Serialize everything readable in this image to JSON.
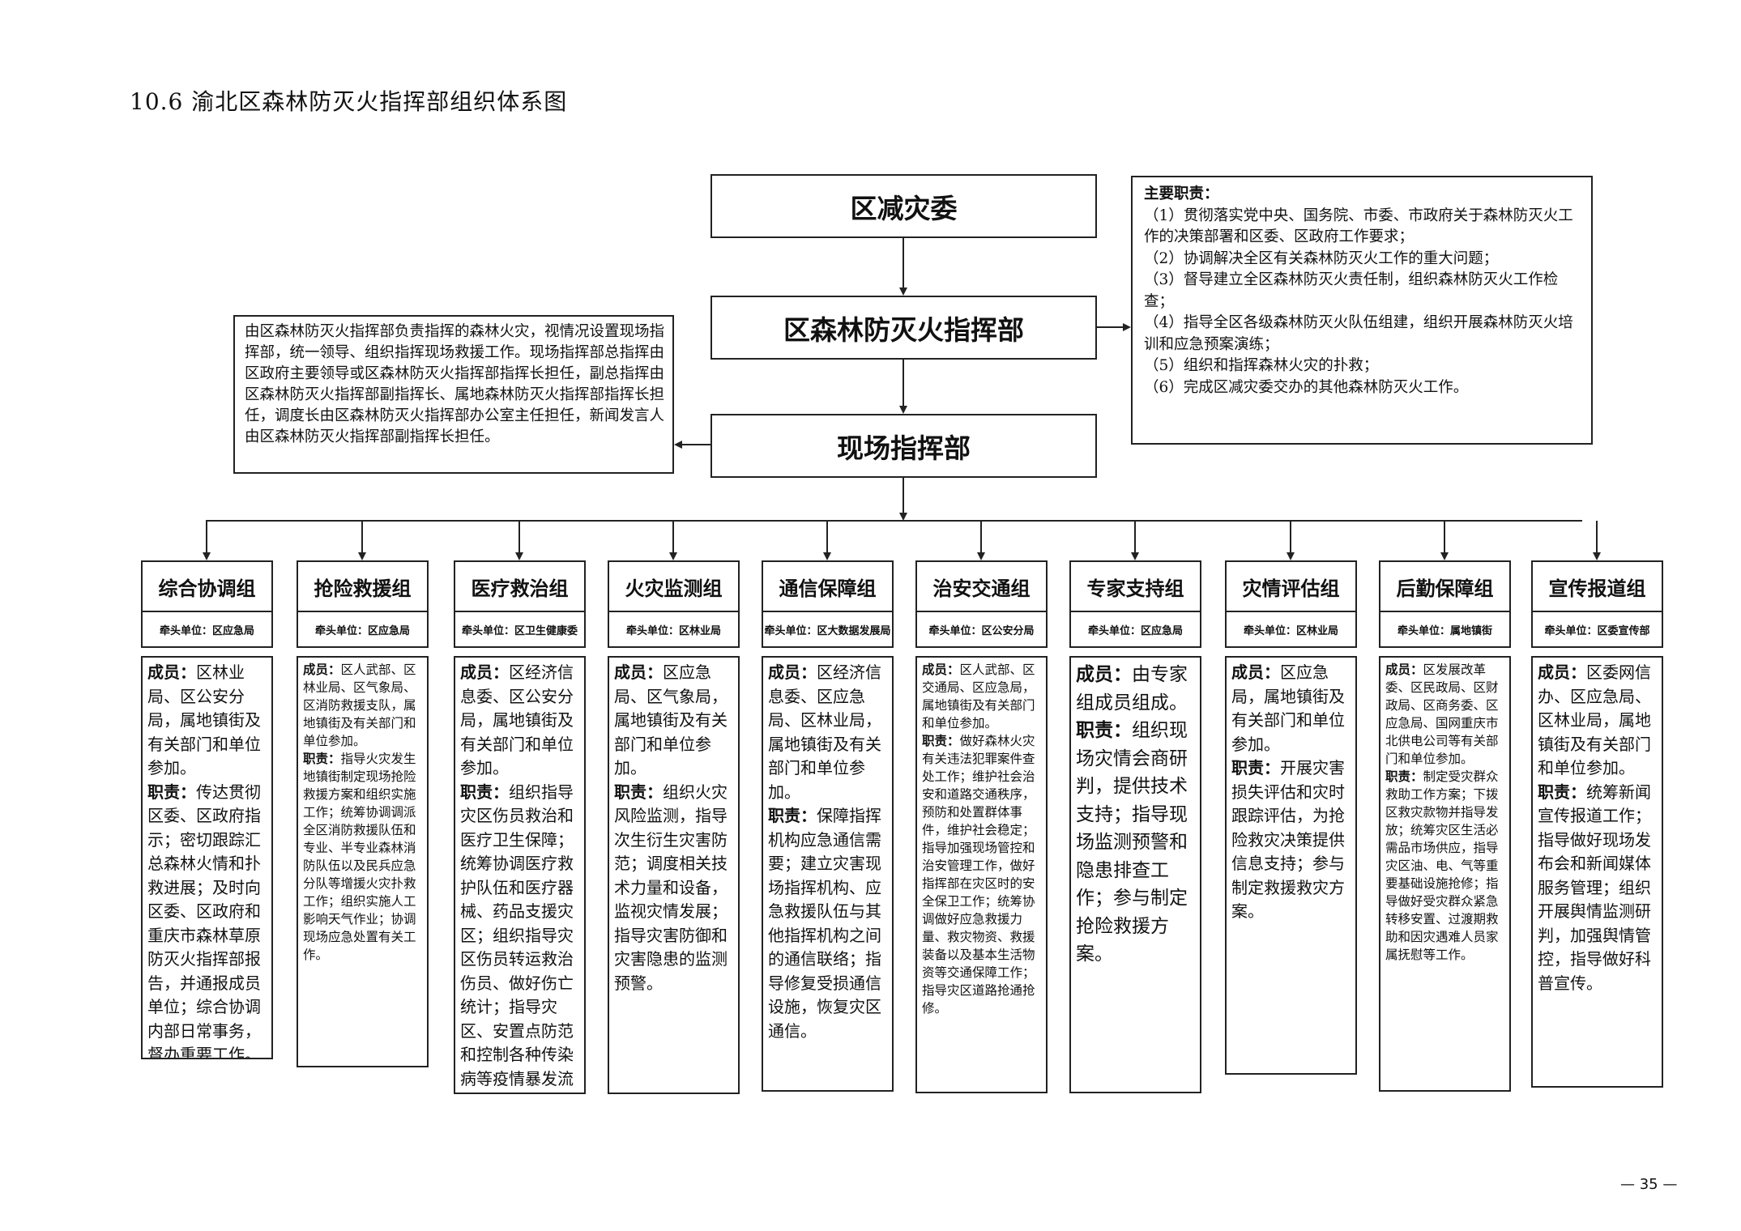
{
  "page_title": "10.6 渝北区森林防灭火指挥部组织体系图",
  "nodes": {
    "top": "区减灾委",
    "middle": "区森林防灭火指挥部",
    "field": "现场指挥部"
  },
  "left_note": "由区森林防灭火指挥部负责指挥的森林火灾，视情况设置现场指挥部，统一领导、组织指挥现场救援工作。现场指挥部总指挥由区政府主要领导或区森林防灭火指挥部指挥长担任，副总指挥由区森林防灭火指挥部副指挥长、属地森林防灭火指挥部指挥长担任，调度长由区森林防灭火指挥部办公室主任担任，新闻发言人由区森林防灭火指挥部副指挥长担任。",
  "duties": {
    "title": "主要职责：",
    "items": [
      "（1）贯彻落实党中央、国务院、市委、市政府关于森林防灭火工作的决策部署和区委、区政府工作要求；",
      "（2）协调解决全区有关森林防灭火工作的重大问题；",
      "（3）督导建立全区森林防灭火责任制，组织森林防灭火工作检查；",
      "（4）指导全区各级森林防灭火队伍组建，组织开展森林防灭火培训和应急预案演练；",
      "（5）组织和指挥森林火灾的扑救；",
      "（6）完成区减灾委交办的其他森林防灭火工作。"
    ]
  },
  "groups": [
    {
      "name": "综合协调组",
      "lead": "牵头单位：区应急局",
      "members_label": "成员：",
      "members": "区林业局、区公安分局，属地镇街及有关部门和单位参加。",
      "duty_label": "职责：",
      "duty": "传达贯彻区委、区政府指示；密切跟踪汇总森林火情和扑救进展；及时向区委、区政府和重庆市森林草原防灭火指挥部报告，并通报成员单位；综合协调内部日常事务，督办重要工作。"
    },
    {
      "name": "抢险救援组",
      "lead": "牵头单位：区应急局",
      "members_label": "成员：",
      "members": "区人武部、区林业局、区气象局、区消防救援支队，属地镇街及有关部门和单位参加。",
      "duty_label": "职责：",
      "duty": "指导火灾发生地镇街制定现场抢险救援方案和组织实施工作；统筹协调调派全区消防救援队伍和专业、半专业森林消防队伍以及民兵应急分队等增援火灾扑救工作；组织实施人工影响天气作业；协调现场应急处置有关工作。"
    },
    {
      "name": "医疗救治组",
      "lead": "牵头单位：区卫生健康委",
      "members_label": "成员：",
      "members": "区经济信息委、区公安分局，属地镇街及有关部门和单位参加。",
      "duty_label": "职责：",
      "duty": "组织指导灾区伤员救治和医疗卫生保障；统筹协调医疗救护队伍和医疗器械、药品支援灾区；组织指导灾区伤员转运救治伤员、做好伤亡统计；指导灾区、安置点防范和控制各种传染病等疫情暴发流行。"
    },
    {
      "name": "火灾监测组",
      "lead": "牵头单位：区林业局",
      "members_label": "成员：",
      "members": "区应急局、区气象局，属地镇街及有关部门和单位参加。",
      "duty_label": "职责：",
      "duty": "组织火灾风险监测，指导次生衍生灾害防范；调度相关技术力量和设备，监视灾情发展；指导灾害防御和灾害隐患的监测预警。"
    },
    {
      "name": "通信保障组",
      "lead": "牵头单位：区大数据发展局",
      "members_label": "成员：",
      "members": "区经济信息委、区应急局、区林业局，属地镇街及有关部门和单位参加。",
      "duty_label": "职责：",
      "duty": "保障指挥机构应急通信需要；建立灾害现场指挥机构、应急救援队伍与其他指挥机构之间的通信联络；指导修复受损通信设施，恢复灾区通信。"
    },
    {
      "name": "治安交通组",
      "lead": "牵头单位：区公安分局",
      "members_label": "成员：",
      "members": "区人武部、区交通局、区应急局，属地镇街及有关部门和单位参加。",
      "duty_label": "职责：",
      "duty": "做好森林火灾有关违法犯罪案件查处工作；维护社会治安和道路交通秩序，预防和处置群体事件，维护社会稳定；指导加强现场管控和治安管理工作，做好指挥部在灾区时的安全保卫工作；统筹协调做好应急救援力量、救灾物资、救援装备以及基本生活物资等交通保障工作；指导灾区道路抢通抢修。"
    },
    {
      "name": "专家支持组",
      "lead": "牵头单位：区应急局",
      "members_label": "成员：",
      "members": "由专家组成员组成。",
      "duty_label": "职责：",
      "duty": "组织现场灾情会商研判，提供技术支持；指导现场监测预警和隐患排查工作；参与制定抢险救援方案。"
    },
    {
      "name": "灾情评估组",
      "lead": "牵头单位：区林业局",
      "members_label": "成员：",
      "members": "区应急局，属地镇街及有关部门和单位参加。",
      "duty_label": "职责：",
      "duty": "开展灾害损失评估和灾时跟踪评估，为抢险救灾决策提供信息支持；参与制定救援救灾方案。"
    },
    {
      "name": "后勤保障组",
      "lead": "牵头单位：属地镇街",
      "members_label": "成员：",
      "members": "区发展改革委、区民政局、区财政局、区商务委、区应急局、国网重庆市北供电公司等有关部门和单位参加。",
      "duty_label": "职责：",
      "duty": "制定受灾群众救助工作方案；下拨区救灾款物并指导发放；统筹灾区生活必需品市场供应，指导灾区油、电、气等重要基础设施抢修；指导做好受灾群众紧急转移安置、过渡期救助和因灾遇难人员家属抚慰等工作。"
    },
    {
      "name": "宣传报道组",
      "lead": "牵头单位：区委宣传部",
      "members_label": "成员：",
      "members": "区委网信办、区应急局、区林业局，属地镇街及有关部门和单位参加。",
      "duty_label": "职责：",
      "duty": "统筹新闻宣传报道工作；指导做好现场发布会和新闻媒体服务管理；组织开展舆情监测研判，加强舆情管控，指导做好科普宣传。"
    }
  ],
  "page_number": "— 35 —"
}
